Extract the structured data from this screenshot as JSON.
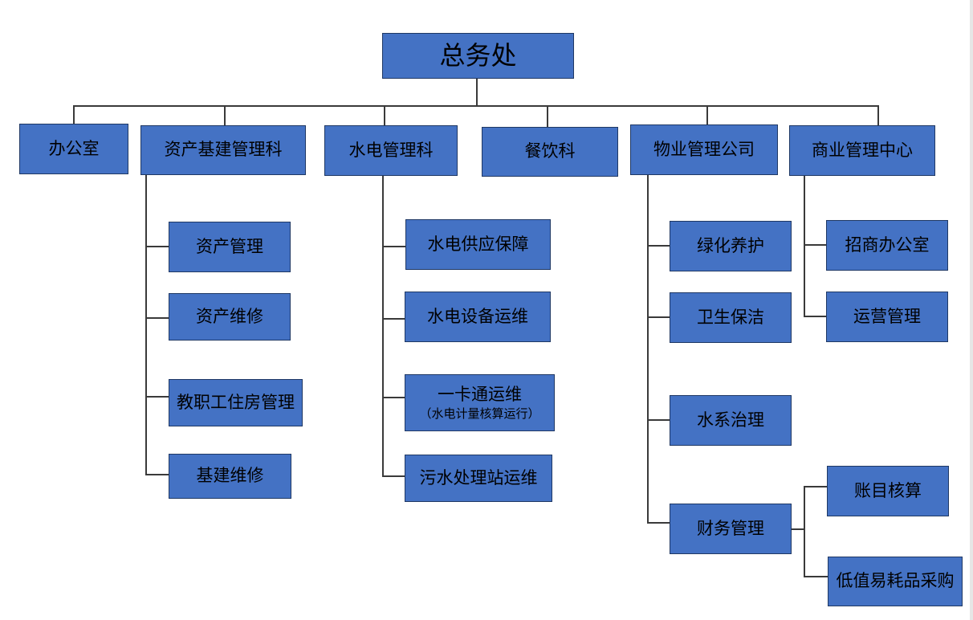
{
  "root": {
    "label": "总务处"
  },
  "departments": [
    {
      "label": "办公室"
    },
    {
      "label": "资产基建管理科",
      "children": [
        "资产管理",
        "资产维修",
        "教职工住房管理",
        "基建维修"
      ]
    },
    {
      "label": "水电管理科",
      "children": [
        "水电供应保障",
        "水电设备运维",
        {
          "label": "一卡通运维",
          "note": "（水电计量核算运行）"
        },
        "污水处理站运维"
      ]
    },
    {
      "label": "餐饮科"
    },
    {
      "label": "物业管理公司",
      "children": [
        "绿化养护",
        "卫生保洁",
        "水系治理",
        {
          "label": "财务管理",
          "children": [
            "账目核算",
            "低值易耗品采购"
          ]
        }
      ]
    },
    {
      "label": "商业管理中心",
      "children": [
        "招商办公室",
        "运营管理"
      ]
    }
  ],
  "colors": {
    "box_fill": "#4472c4",
    "box_border": "#1f3864",
    "line": "#3a3a3a",
    "text": "#000000"
  }
}
